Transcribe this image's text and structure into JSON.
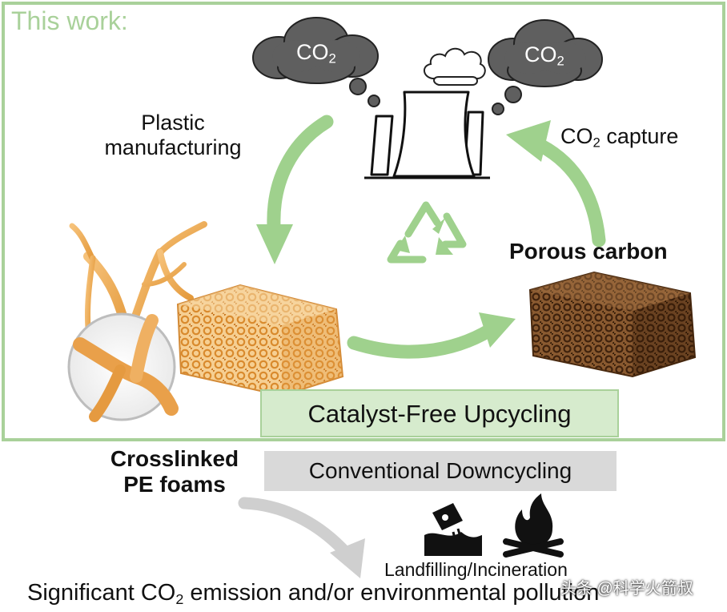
{
  "this_work": {
    "title": "This work:"
  },
  "clouds": {
    "left": {
      "text": "CO",
      "sub": "2"
    },
    "right": {
      "text": "CO",
      "sub": "2"
    }
  },
  "left_label": {
    "line1": "Plastic",
    "line2": "manufacturing"
  },
  "capture_label": {
    "pre": "CO",
    "sub": "2",
    "post": " capture"
  },
  "porous_label": "Porous carbon",
  "upcycling_label": "Catalyst-Free Upcycling",
  "foam_label": {
    "line1": "Crosslinked",
    "line2": "PE foams"
  },
  "downcycling_label": "Conventional Downcycling",
  "landfill_label": "Landfilling/Incineration",
  "bottom_caption": {
    "pre": "Significant CO",
    "sub": "2",
    "post": " emission and/or environmental pollution"
  },
  "watermark": "头条 @科学火箭叔",
  "icons": {
    "factory": "power-plant-icon",
    "recycle": "recycle-icon",
    "landfill": "landfill-icon",
    "fire": "fire-icon"
  },
  "colors": {
    "frame_green": "#a9d19a",
    "arrow_green": "#9fd18d",
    "box_green": "#d6ebcd",
    "gray_box": "#d9d9d9",
    "cloud_gray": "#5f5f5f",
    "gray_arrow": "#cfcfcf",
    "foam_orange": "#e8a04a",
    "carbon_brown": "#6b3f1e"
  }
}
